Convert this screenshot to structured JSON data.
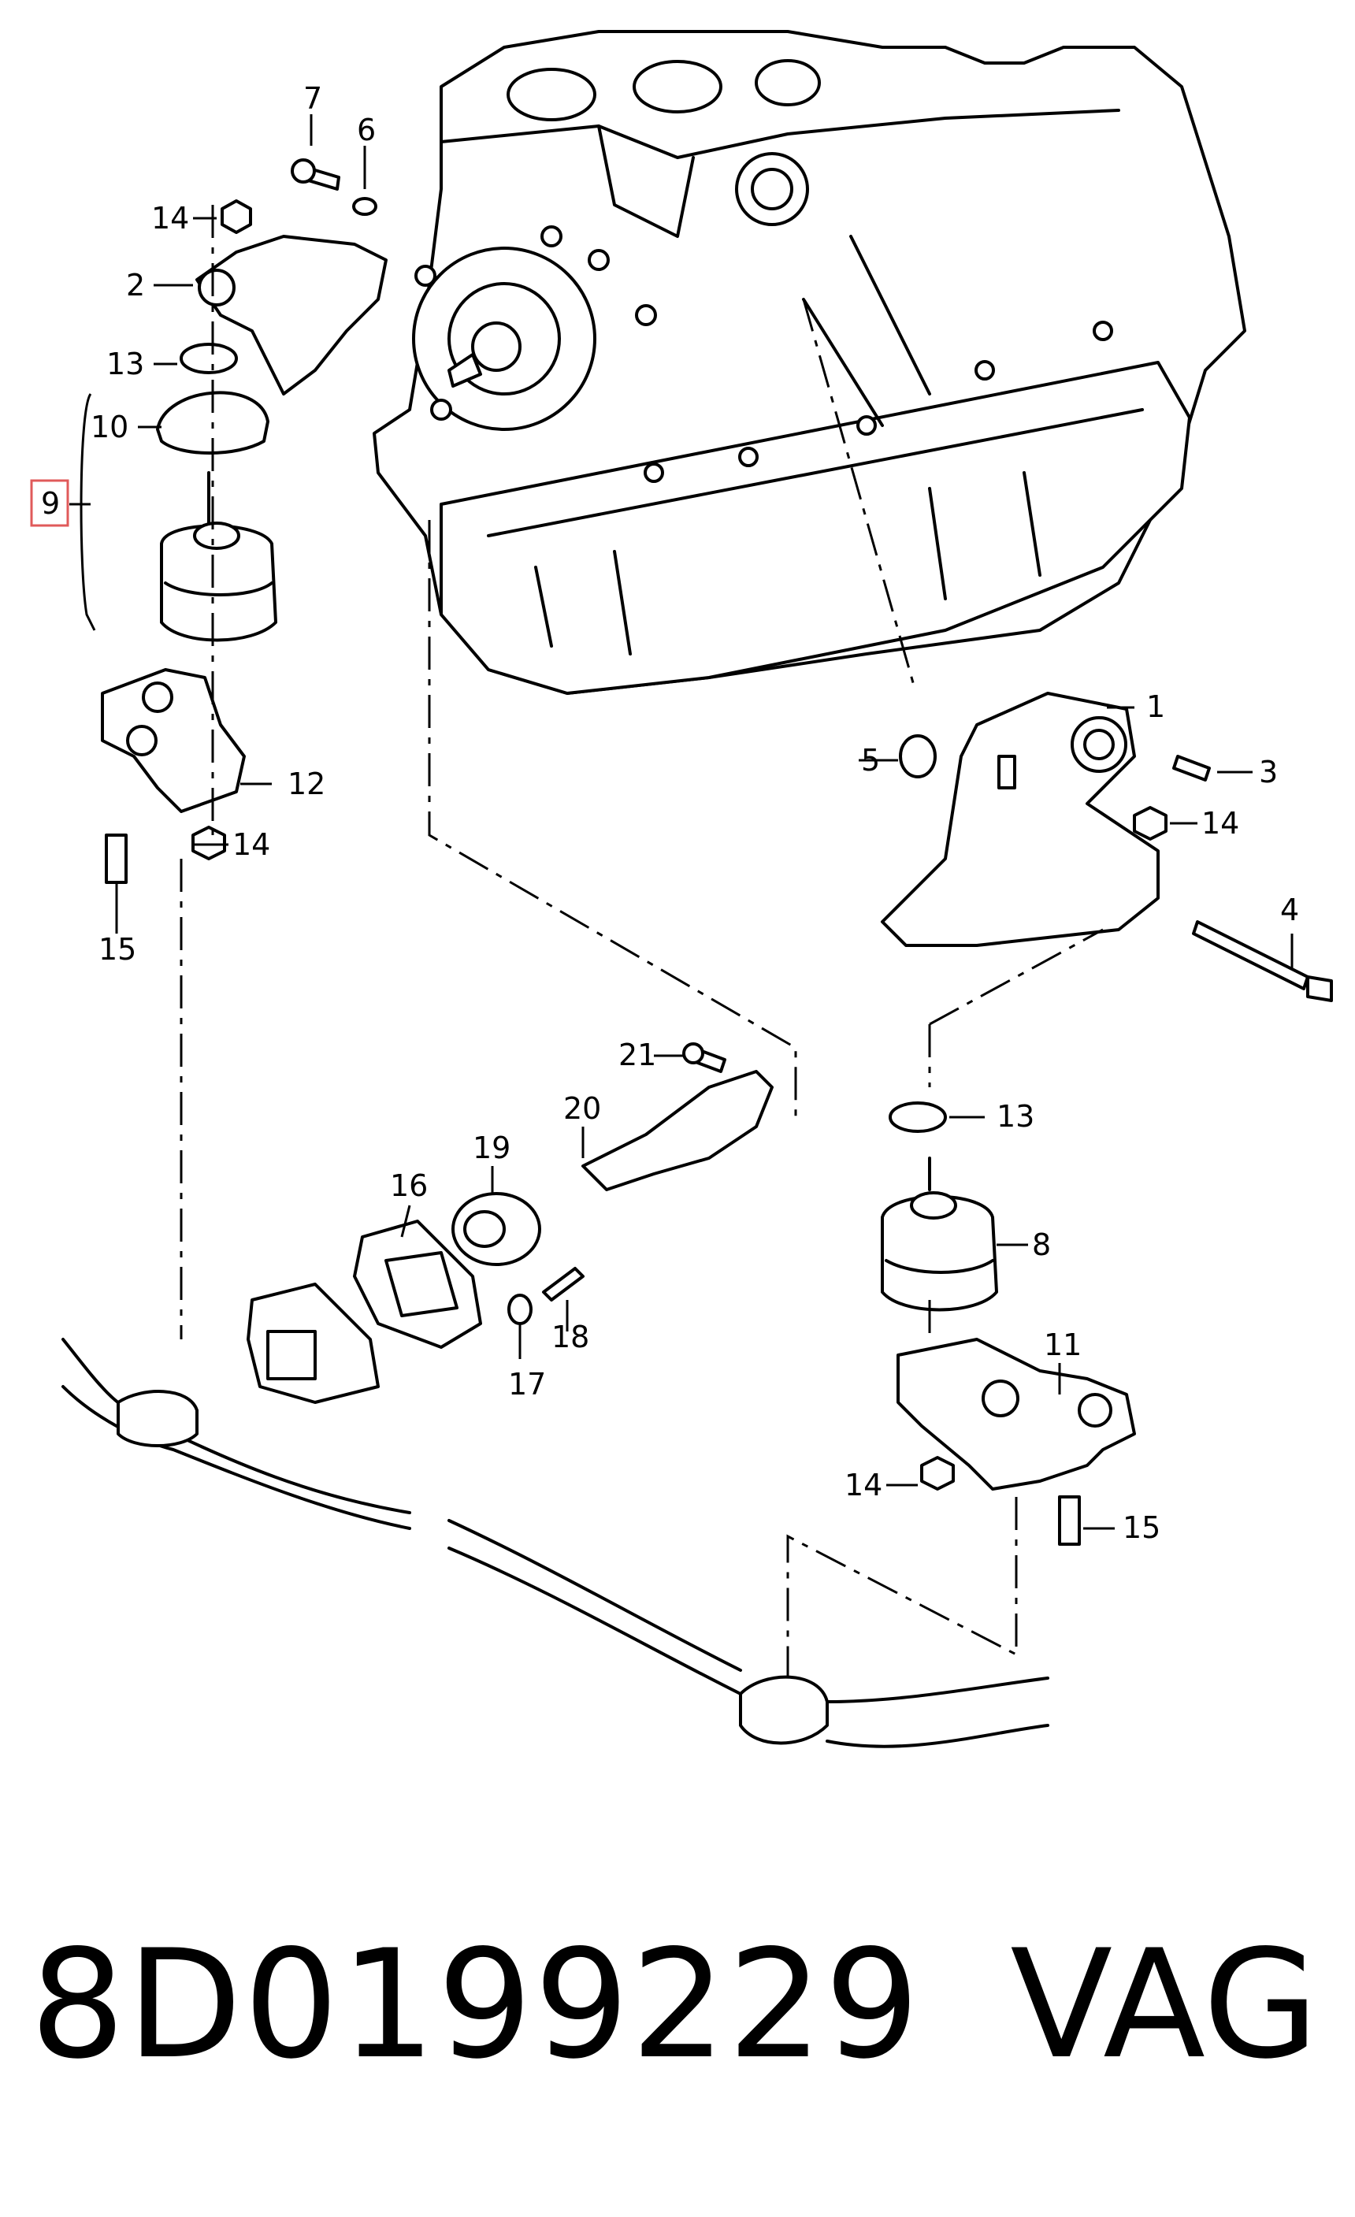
{
  "diagram": {
    "callouts": {
      "c1": "1",
      "c2": "2",
      "c3": "3",
      "c4": "4",
      "c5": "5",
      "c6": "6",
      "c7": "7",
      "c8": "8",
      "c9": "9",
      "c10": "10",
      "c11": "11",
      "c12": "12",
      "c13a": "13",
      "c13b": "13",
      "c14a": "14",
      "c14b": "14",
      "c14c": "14",
      "c14d": "14",
      "c15a": "15",
      "c15b": "15",
      "c16": "16",
      "c17": "17",
      "c18": "18",
      "c19": "19",
      "c20": "20",
      "c21": "21"
    },
    "highlight_color": "#e05a5a"
  },
  "footer": {
    "part_number": "8D0199229",
    "brand": "VAG"
  }
}
